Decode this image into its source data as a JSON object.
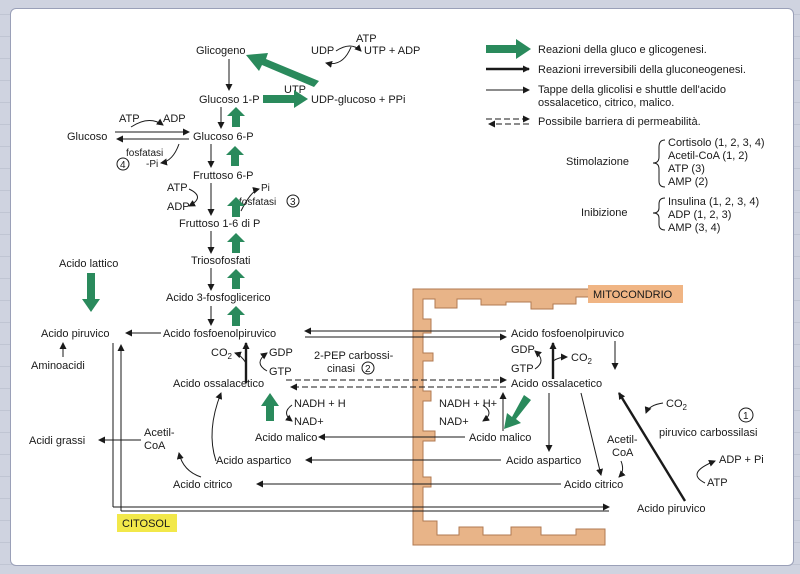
{
  "legend": {
    "green": "Reazioni della gluco e glicogenesi.",
    "thick": "Reazioni irreversibili della gluconeogenesi.",
    "thin1": "Tappe della glicolisi e shuttle dell'acido",
    "thin2": "ossalacetico, citrico, malico.",
    "dashed": "Possibile barriera di permeabilità."
  },
  "regulation": {
    "stimolazione_label": "Stimolazione",
    "stimolazione": [
      "Cortisolo (1, 2, 3, 4)",
      "Acetil-CoA (1, 2)",
      "ATP (3)",
      "AMP (2)"
    ],
    "inibizione_label": "Inibizione",
    "inibizione": [
      "Insulina (1, 2, 3, 4)",
      "ADP (1, 2, 3)",
      "AMP (3, 4)"
    ]
  },
  "compartments": {
    "mito": "MITOCONDRIO",
    "cyto": "CITOSOL"
  },
  "cytosol": {
    "glicogeno": "Glicogeno",
    "atp_top": "ATP",
    "udp": "UDP",
    "utp_adp": "UTP + ADP",
    "utp": "UTP",
    "glucosio_1p": "Glucoso 1-P",
    "udp_glucosio": "UDP-glucoso + PPi",
    "atp_gluc": "ATP",
    "adp_gluc": "ADP",
    "glucosio": "Glucoso",
    "glucosio_6p": "Glucoso 6-P",
    "fosfatasi1": "fosfatasi",
    "pi1": "-Pi",
    "num4": "4",
    "fruttoso_6p": "Fruttoso 6-P",
    "atp_fr": "ATP",
    "adp_fr": "ADP",
    "pi2": "Pi",
    "fosfatasi2": "fosfatasi",
    "num3": "3",
    "fruttoso_16": "Fruttoso 1-6 di P",
    "triosofosfati": "Triosofosfati",
    "acido_lattico": "Acido lattico",
    "fosfoglicerico": "Acido 3-fosfoglicerico",
    "piruvico": "Acido piruvico",
    "fosfoenolpiruvico": "Acido fosfoenolpiruvico",
    "aminoacidi": "Aminoacidi",
    "co2": "CO",
    "co2_sub": "2",
    "gdp": "GDP",
    "gtp": "GTP",
    "pep_label1": "2-PEP carbossi-",
    "pep_label2": "cinasi",
    "num2": "2",
    "ossalacetico": "Acido ossalacetico",
    "nadh": "NADH + H",
    "nad": "NAD+",
    "acidi_grassi": "Acidi grassi",
    "acetil_coa1": "Acetil-",
    "acetil_coa2": "CoA",
    "malico": "Acido malico",
    "aspartico": "Acido aspartico",
    "citrico": "Acido citrico"
  },
  "mitochondrion": {
    "fosfoenolpiruvico": "Acido fosfoenolpiruvico",
    "gdp": "GDP",
    "gtp": "GTP",
    "co2": "CO",
    "co2_sub": "2",
    "ossalacetico": "Acido ossalacetico",
    "nadh": "NADH + H+",
    "nad": "NAD+",
    "malico": "Acido malico",
    "aspartico": "Acido aspartico",
    "citrico": "Acido citrico",
    "acetil_coa1": "Acetil-",
    "acetil_coa2": "CoA",
    "piruvico": "Acido piruvico",
    "co2_pc": "CO",
    "co2_pc_sub": "2",
    "num1": "1",
    "pc_label": "piruvico carbossilasi",
    "adp_pi": "ADP + Pi",
    "atp": "ATP"
  },
  "colors": {
    "green": "#2a8a5c",
    "membrane": "#e8b488",
    "membrane_stroke": "#b07a52",
    "cyto_label": "#f2e84a",
    "mito_label": "#f0b584"
  }
}
